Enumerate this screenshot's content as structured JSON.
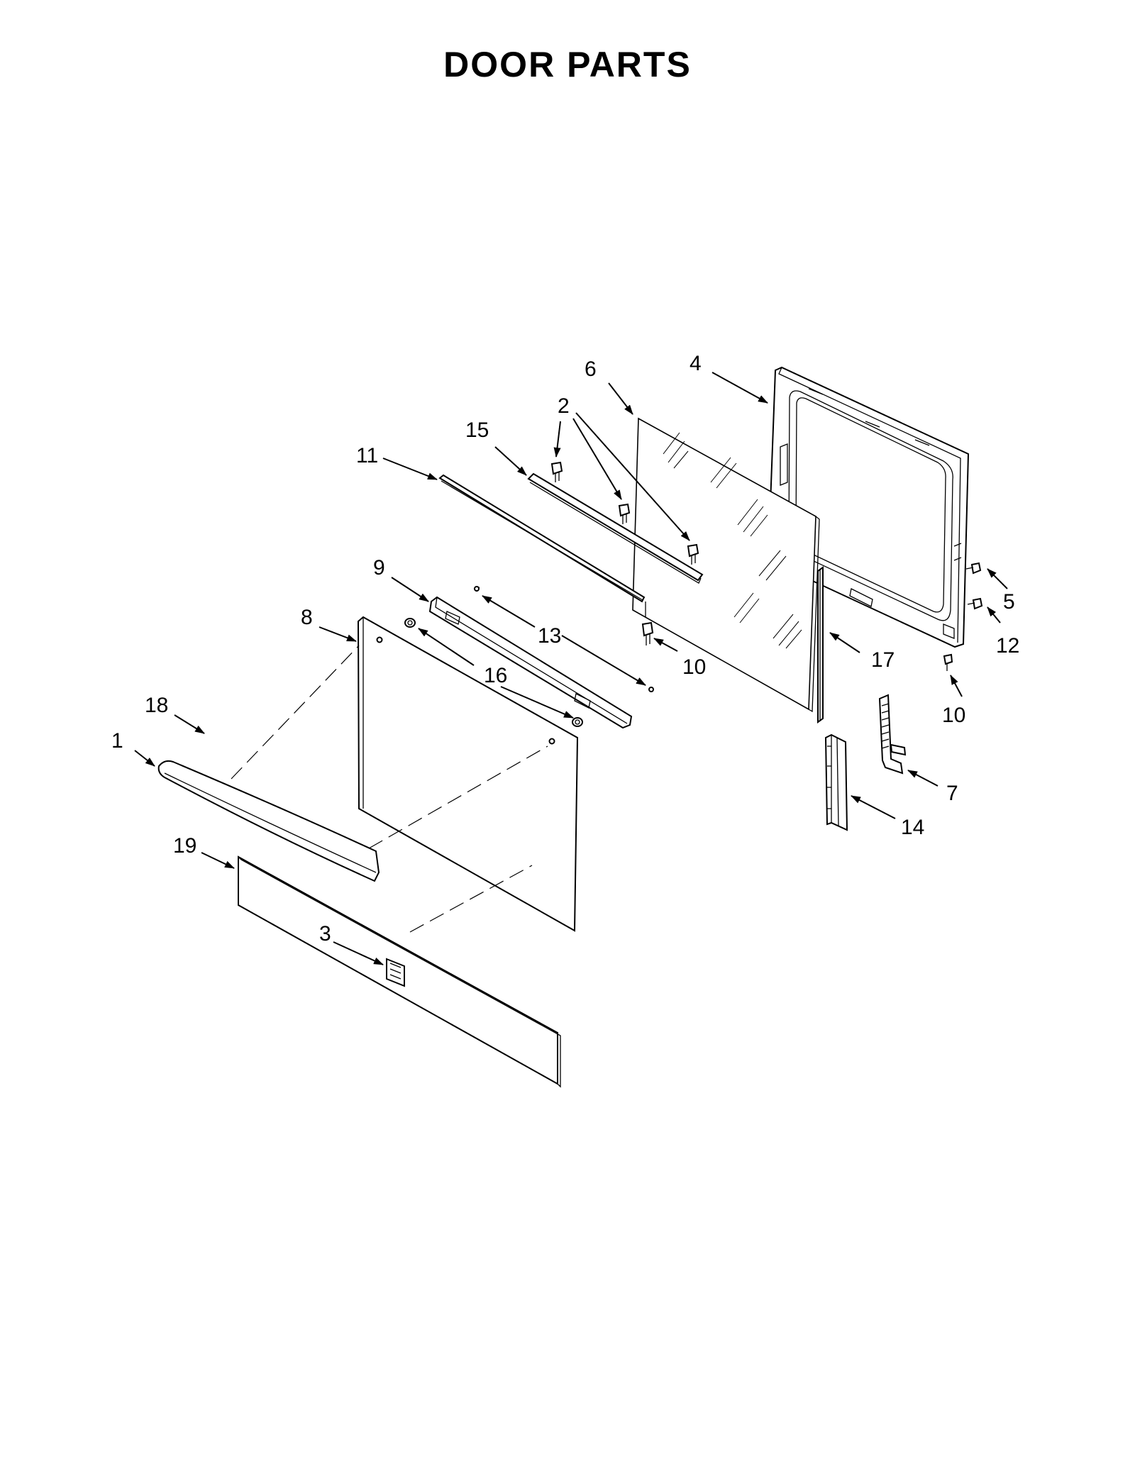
{
  "title": "DOOR PARTS",
  "callouts": {
    "c1": "1",
    "c2": "2",
    "c3": "3",
    "c4": "4",
    "c5": "5",
    "c6": "6",
    "c7": "7",
    "c8": "8",
    "c9": "9",
    "c10a": "10",
    "c10b": "10",
    "c11": "11",
    "c12": "12",
    "c13": "13",
    "c14": "14",
    "c15": "15",
    "c16": "16",
    "c17": "17",
    "c18": "18",
    "c19": "19"
  }
}
